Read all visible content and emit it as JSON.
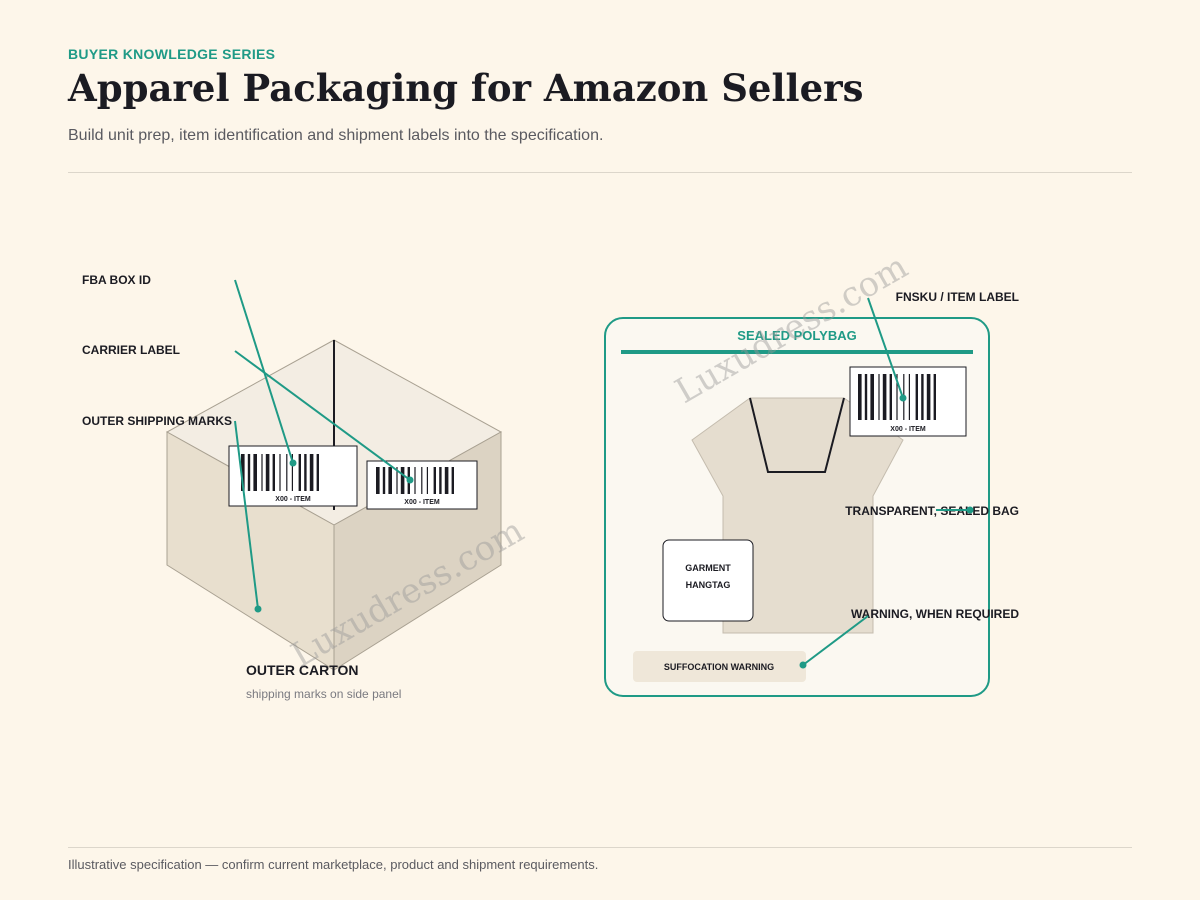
{
  "header": {
    "series": "BUYER KNOWLEDGE SERIES",
    "title": "Apparel Packaging for Amazon Sellers",
    "subtitle": "Build unit prep, item identification and shipment labels into the specification."
  },
  "carton": {
    "callouts": {
      "fba_box_id": "FBA BOX ID",
      "carrier_label": "CARRIER LABEL",
      "outer_shipping_marks": "OUTER SHIPPING MARKS"
    },
    "barcode_caption": "X00 - ITEM",
    "title": "OUTER CARTON",
    "caption": "shipping marks on side panel"
  },
  "polybag": {
    "title": "SEALED POLYBAG",
    "fnsku_label": "FNSKU / ITEM LABEL",
    "barcode_caption": "X00 - ITEM",
    "transparent_label": "TRANSPARENT, SEALED BAG",
    "warning_callout": "WARNING, WHEN REQUIRED",
    "hangtag_line1": "GARMENT",
    "hangtag_line2": "HANGTAG",
    "suffocation_warning": "SUFFOCATION WARNING"
  },
  "watermark": "Luxudress.com",
  "footer": "Illustrative specification — confirm current marketplace, product and shipment requirements.",
  "colors": {
    "accent": "#1f9a86",
    "background": "#fdf6ea",
    "carton_top": "#f3ede3",
    "carton_left": "#e8dfce",
    "carton_right": "#dcd3c3"
  }
}
